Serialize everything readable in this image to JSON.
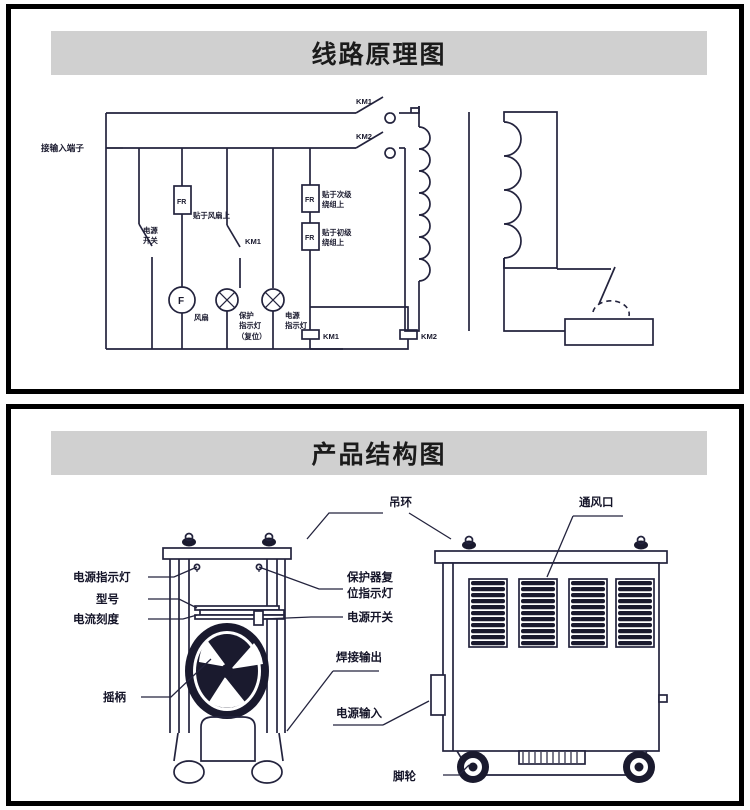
{
  "document": {
    "background_color": "#ffffff",
    "border_color": "#000000",
    "title_bar_color": "#d0d0d0",
    "ink_color": "#23233d"
  },
  "panels": [
    {
      "id": "circuit",
      "title": "线路原理图",
      "type": "electrical-schematic"
    },
    {
      "id": "structure",
      "title": "产品结构图",
      "type": "product-structure-drawing"
    }
  ],
  "circuit": {
    "title": "线路原理图",
    "input_terminal_label": "接输入端子",
    "contactors": [
      {
        "name": "KM1",
        "role": "top-contact"
      },
      {
        "name": "KM2",
        "role": "second-contact"
      }
    ],
    "power_switch_label": "电源\n开关",
    "power_switch_line1": "电源",
    "power_switch_line2": "开关",
    "branch_labels": {
      "km1_coil_branch": "KM1"
    },
    "thermal_relays": [
      {
        "tag": "FR",
        "note": "贴于风扇上"
      },
      {
        "tag": "FR",
        "note_line1": "贴于次级",
        "note_line2": "绕组上"
      },
      {
        "tag": "FR",
        "note_line1": "贴于初级",
        "note_line2": "绕组上"
      }
    ],
    "devices": [
      {
        "symbol": "F",
        "label": "风扇",
        "type": "fan-motor"
      },
      {
        "symbol": "lamp",
        "label_line1": "保护",
        "label_line2": "指示灯",
        "label_line3": "（复位）",
        "type": "indicator-lamp"
      },
      {
        "symbol": "lamp",
        "label_line1": "电源",
        "label_line2": "指示灯",
        "type": "indicator-lamp"
      }
    ],
    "coils": [
      {
        "name": "KM1"
      },
      {
        "name": "KM2"
      }
    ],
    "transformer": {
      "primary_turns": 7,
      "secondary_turns": 4,
      "core": "vertical-bar"
    },
    "output": {
      "electrode": "welding-electrode",
      "arc": "arc-dashed",
      "workpiece": "workpiece-block"
    }
  },
  "structure": {
    "title": "产品结构图",
    "labels": {
      "lifting_ring": "吊环",
      "vent": "通风口",
      "power_indicator": "电源指示灯",
      "model": "型号",
      "current_scale": "电流刻度",
      "protector_reset_line1": "保护器复",
      "protector_reset_line2": "位指示灯",
      "power_switch": "电源开关",
      "crank_handle": "摇柄",
      "weld_output": "焊接输出",
      "power_input": "电源输入",
      "caster": "脚轮"
    },
    "left_view": {
      "name": "front-view",
      "parts": [
        "lifting-rings",
        "current-scale-plate",
        "model-plate",
        "power-indicator",
        "protector-reset-indicator",
        "power-switch",
        "hand-crank-wheel",
        "base-cover",
        "casters"
      ]
    },
    "right_view": {
      "name": "side-view",
      "vent_panels": 4,
      "parts": [
        "lifting-rings",
        "ventilation-louvers",
        "power-input-box",
        "weld-output-terminal",
        "bottom-vent",
        "casters"
      ]
    }
  }
}
